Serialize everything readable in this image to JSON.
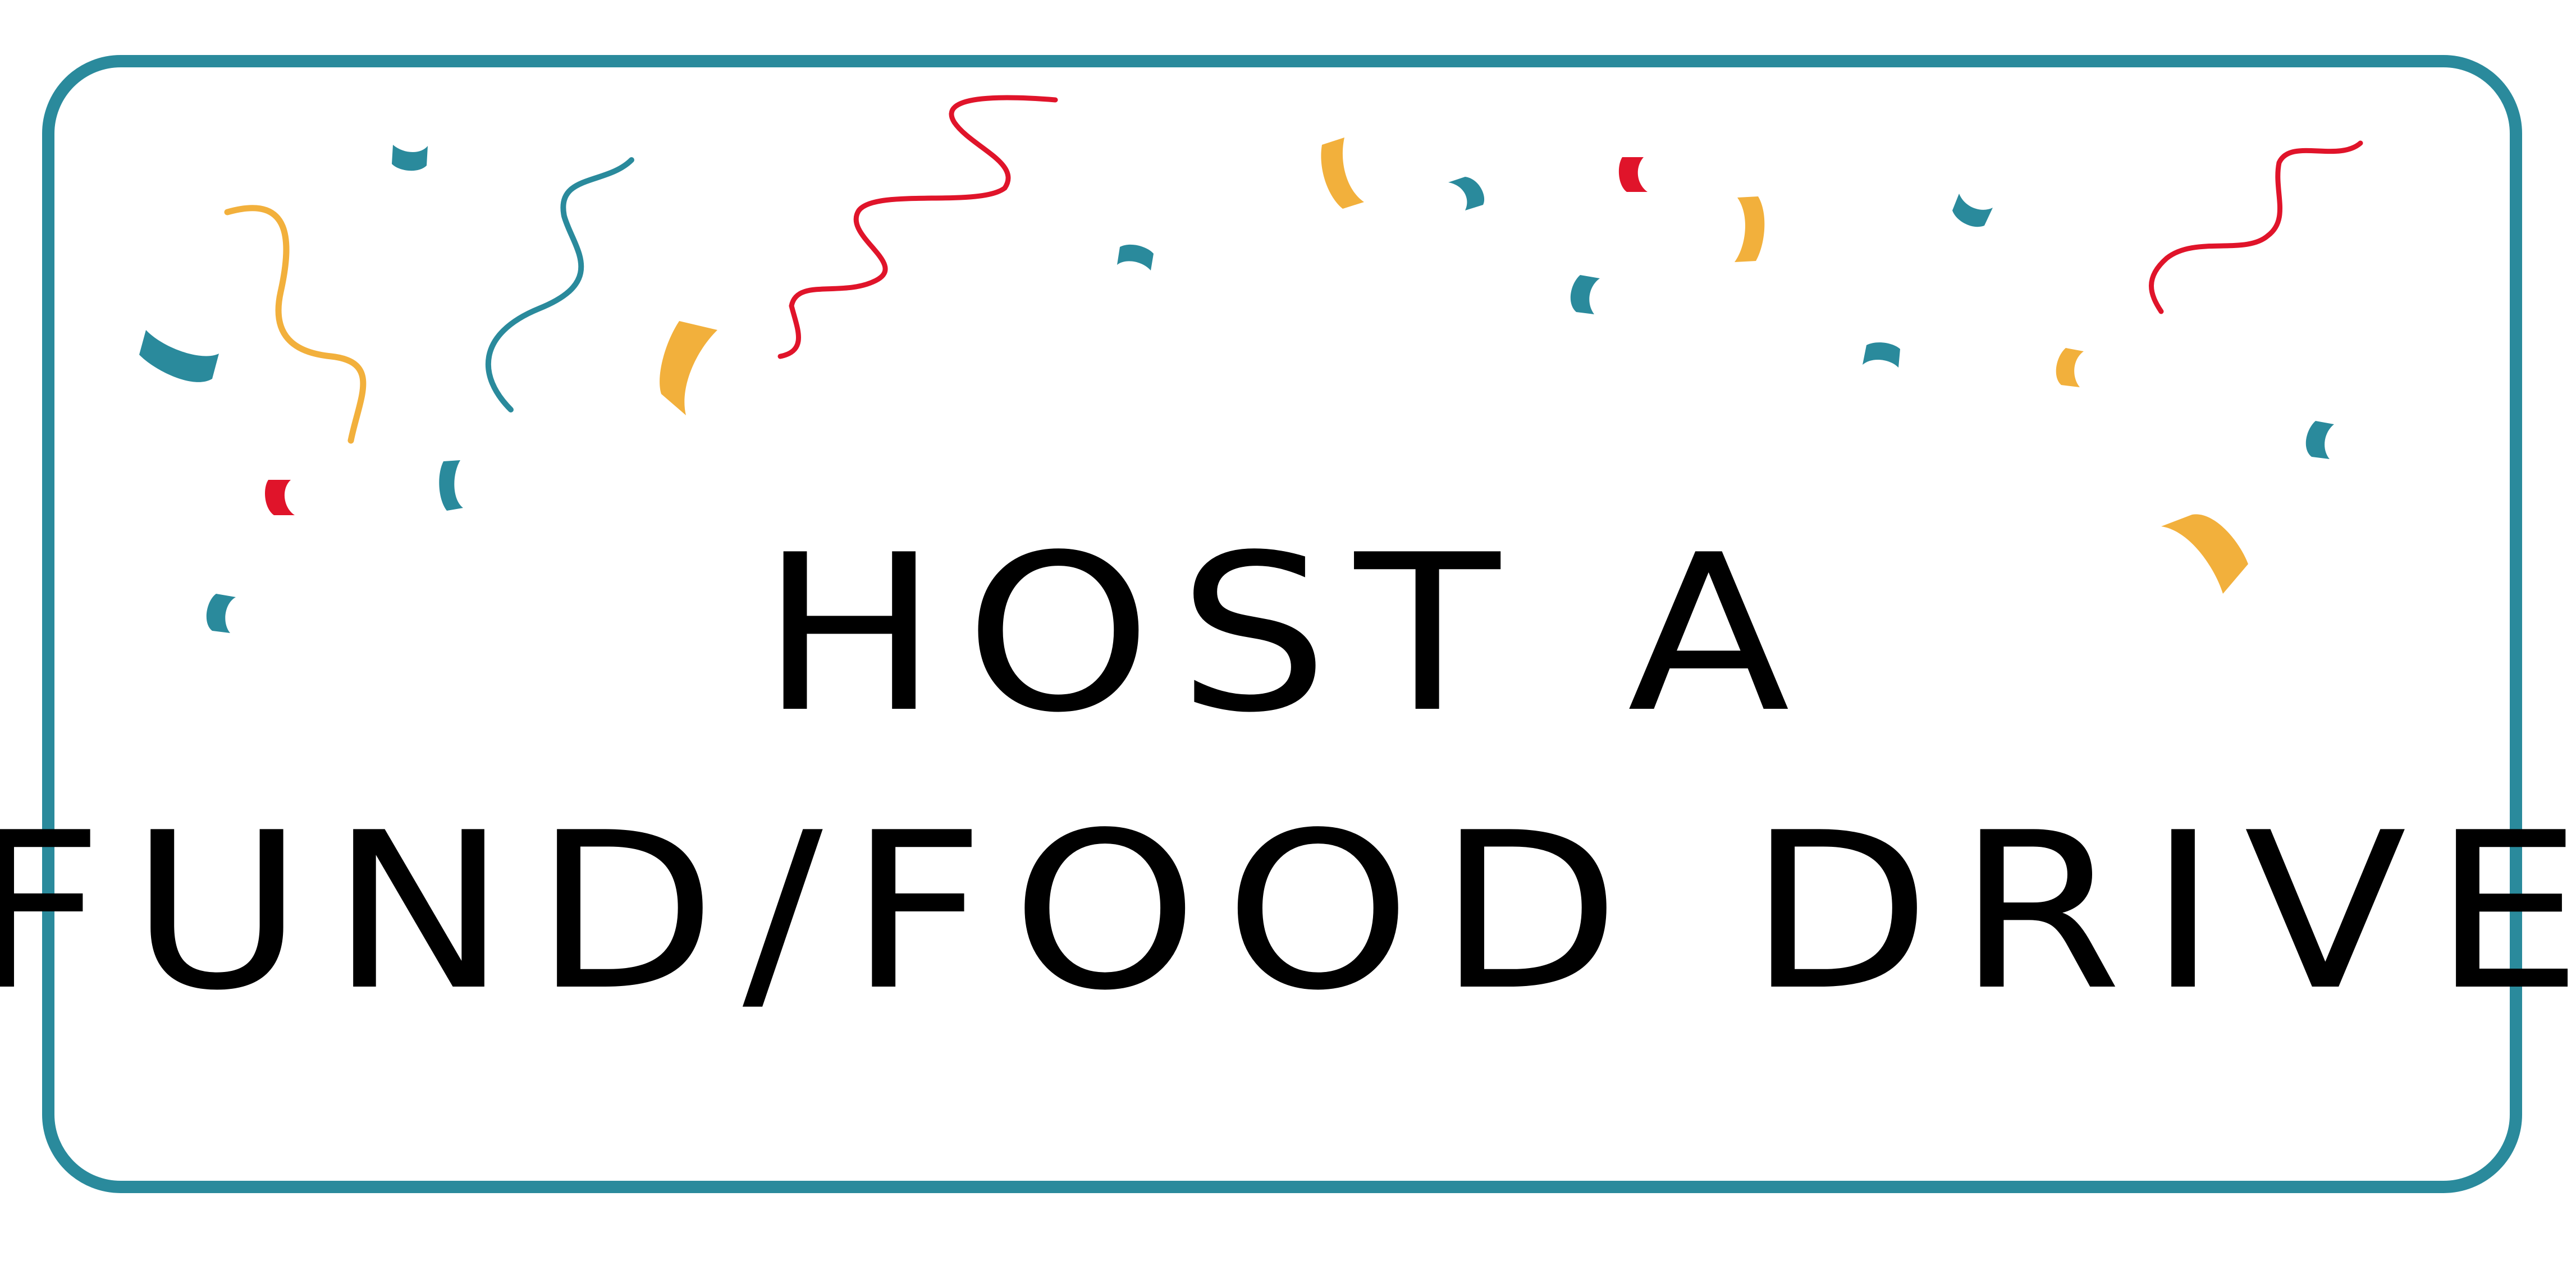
{
  "headline": {
    "line1": "HOST A",
    "line2": "FUND/FOOD DRIVE"
  },
  "colors": {
    "border": "#2a8a9c",
    "teal": "#2a8a9c",
    "gold": "#f2b03c",
    "red": "#e0142a",
    "text": "#000000",
    "background": "#ffffff"
  },
  "decorations": {
    "confetti_icon": "confetti-pieces",
    "streamer_icon": "curly-streamers"
  }
}
